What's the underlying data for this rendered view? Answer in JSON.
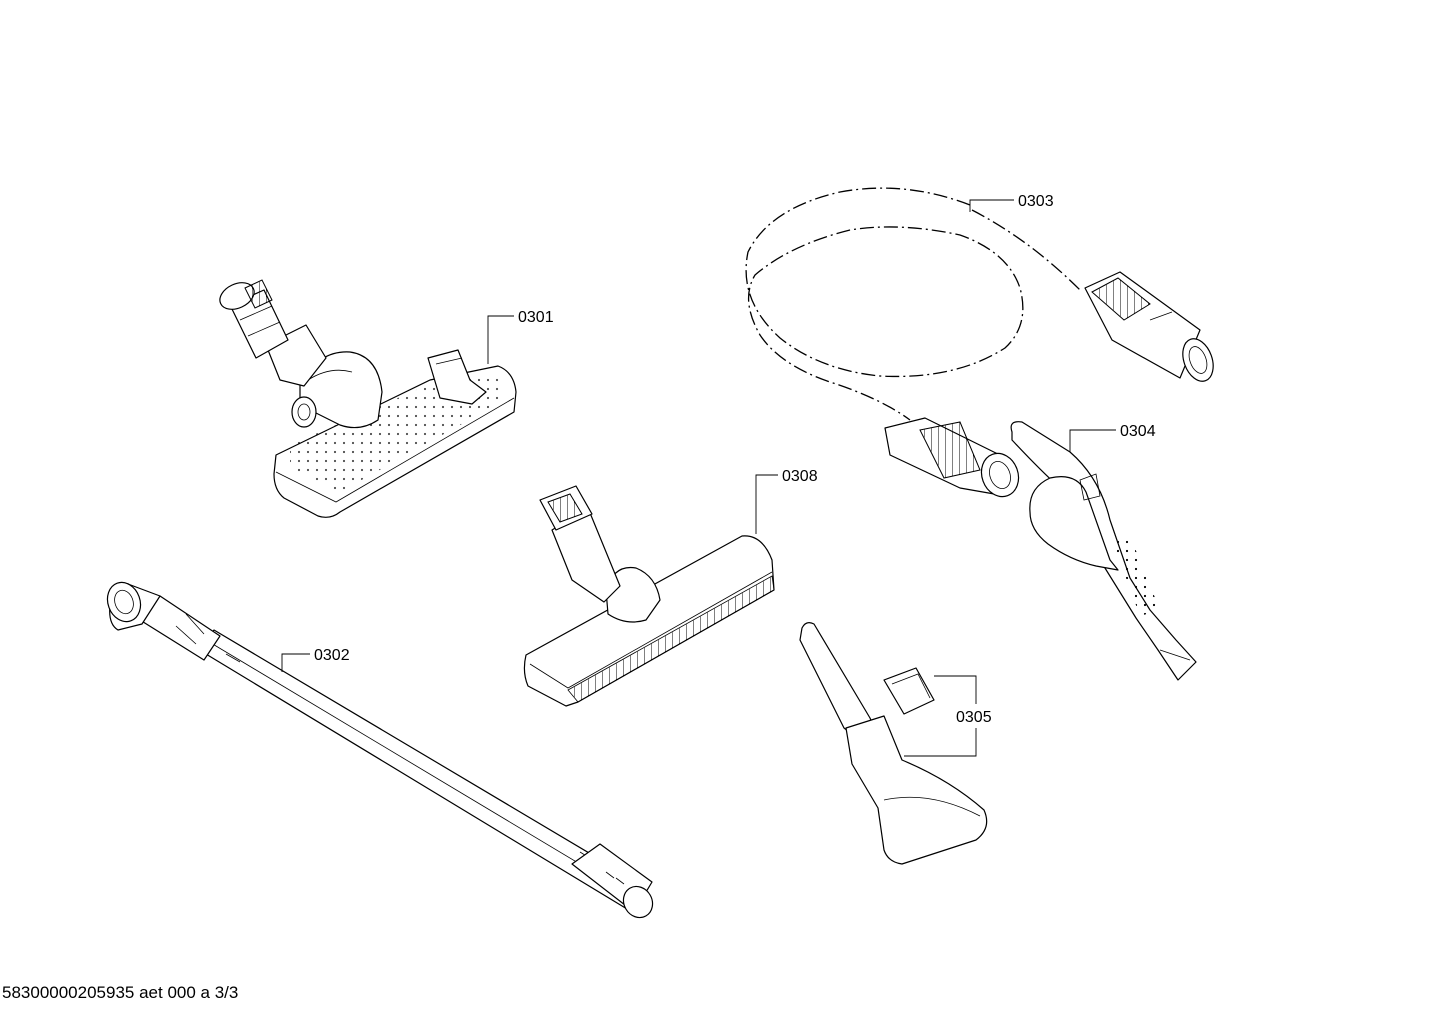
{
  "parts": [
    {
      "id": "0301"
    },
    {
      "id": "0302"
    },
    {
      "id": "0303"
    },
    {
      "id": "0304"
    },
    {
      "id": "0305"
    },
    {
      "id": "0308"
    }
  ],
  "footer": {
    "text": "58300000205935 aet 000 a 3/3"
  }
}
